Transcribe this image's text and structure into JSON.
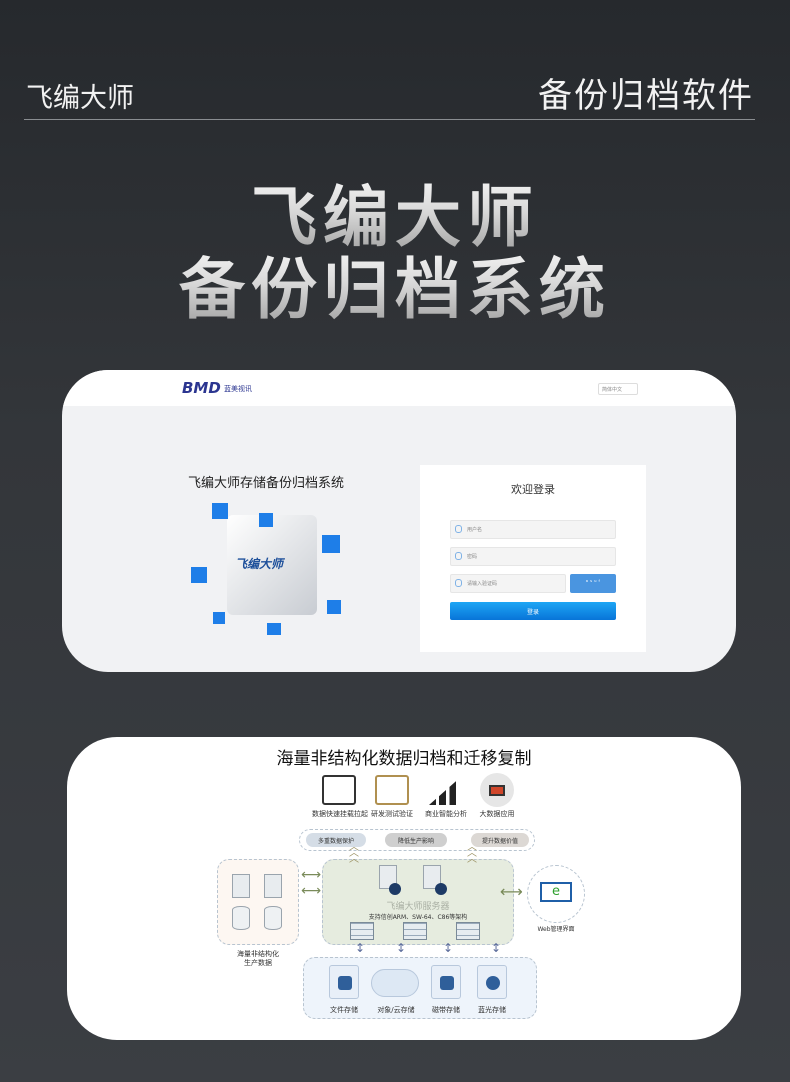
{
  "header": {
    "brand": "飞编大师",
    "product": "备份归档软件"
  },
  "hero": {
    "line1": "飞编大师",
    "line2": "备份归档系统"
  },
  "login_screen": {
    "logo": "BMD",
    "logo_sub": "蓝美视讯",
    "language": "简体中文",
    "system_title": "飞编大师存储备份归档系统",
    "cube_label": "飞编大师",
    "welcome": "欢迎登录",
    "username_placeholder": "用户名",
    "password_placeholder": "密码",
    "captcha_placeholder": "请输入验证码",
    "captcha_code": "ᵃ ˢ ᵘ ᶠ",
    "login_button": "登录"
  },
  "diagram": {
    "title": "海量非结构化数据归档和迁移复制",
    "top_apps": [
      {
        "label": "数据快速挂载拉起",
        "icon": "monitor-chart-icon"
      },
      {
        "label": "研发测试验证",
        "icon": "blueprint-icon"
      },
      {
        "label": "商业智能分析",
        "icon": "growth-chart-icon"
      },
      {
        "label": "大数据应用",
        "icon": "cloud-laptop-icon"
      }
    ],
    "benefits": [
      "多重数据保护",
      "降低生产影响",
      "提升数据价值"
    ],
    "source_label_1": "海量非结构化",
    "source_label_2": "生产数据",
    "server_name": "飞编大师服务器",
    "server_arch": "支持信创ARM、SW-64、C86等架构",
    "web_label": "Web管理界面",
    "storage": [
      "文件存储",
      "对象/云存储",
      "磁带存储",
      "蓝光存储"
    ],
    "colors": {
      "server_bg": "#e6ecdf",
      "storage_bg": "#eef4fb",
      "source_bg": "#fdf7f2",
      "arrow_green": "#7a9a5a"
    }
  }
}
